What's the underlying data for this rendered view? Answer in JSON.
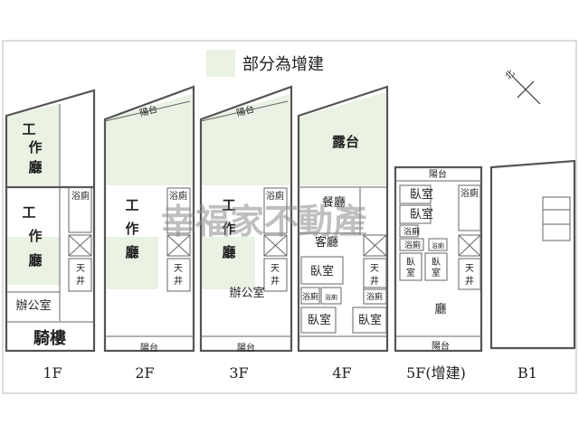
{
  "legend": {
    "label": "部分為增建",
    "swatch_color": "#e9f2e3"
  },
  "compass": {
    "label": "北"
  },
  "watermark": "幸福家不動產",
  "floors": {
    "f1": {
      "label": "1F",
      "rooms": [
        "工",
        "作",
        "廳",
        "工",
        "作",
        "廳",
        "辦公室",
        "騎樓",
        "浴廁",
        "天",
        "井"
      ]
    },
    "f2": {
      "label": "2F",
      "rooms": [
        "陽台",
        "工",
        "作",
        "廳",
        "浴廁",
        "天",
        "井",
        "陽台"
      ]
    },
    "f3": {
      "label": "3F",
      "rooms": [
        "陽台",
        "工",
        "作",
        "廳",
        "浴廁",
        "天",
        "井",
        "辦公室",
        "陽台"
      ]
    },
    "f4": {
      "label": "4F",
      "rooms": [
        "露台",
        "餐廳",
        "客廳",
        "臥室",
        "天",
        "井",
        "浴廁",
        "浴廁",
        "浴廁",
        "臥室",
        "臥室"
      ]
    },
    "f5": {
      "label": "5F(增建)",
      "rooms": [
        "陽台",
        "臥室",
        "臥室",
        "浴廁",
        "浴廁",
        "浴廁",
        "臥",
        "室",
        "臥",
        "室",
        "浴廁",
        "天",
        "井",
        "廳",
        "陽台"
      ]
    },
    "b1": {
      "label": "B1"
    }
  }
}
